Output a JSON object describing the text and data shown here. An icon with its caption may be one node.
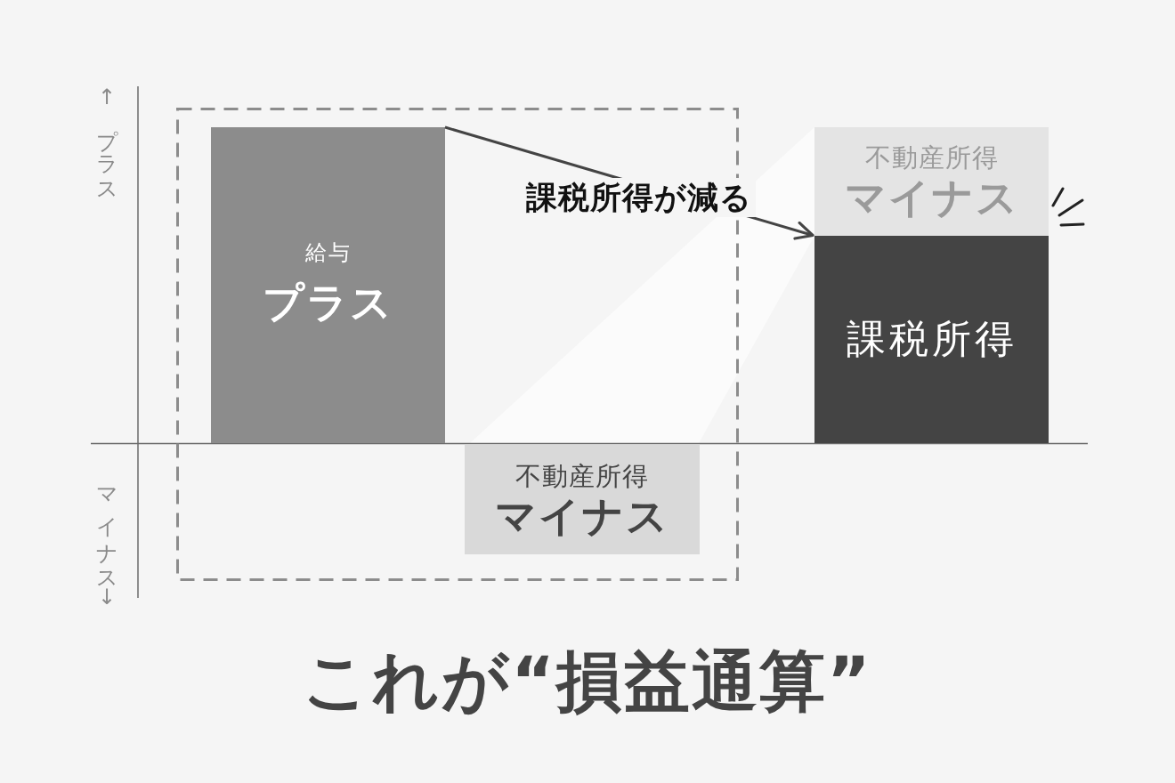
{
  "diagram": {
    "title": "これが“損益通算”",
    "nodes": [
      {
        "text": [],
        "shape": "box"
      },
      {
        "text": [
          "給与",
          "プラス"
        ],
        "in": 0
      },
      {
        "text": [
          "不動産所得",
          "マイナス"
        ],
        "in": 0
      },
      {
        "text": [
          "不動産所得",
          "マイナス"
        ]
      },
      {
        "text": [
          "課税所得"
        ]
      }
    ],
    "edges": [
      {
        "from": 1,
        "to": 4,
        "arrow": "to",
        "label": "課税所得が減る"
      }
    ],
    "labels": [
      "↑プラス",
      "マイナス↓"
    ]
  }
}
